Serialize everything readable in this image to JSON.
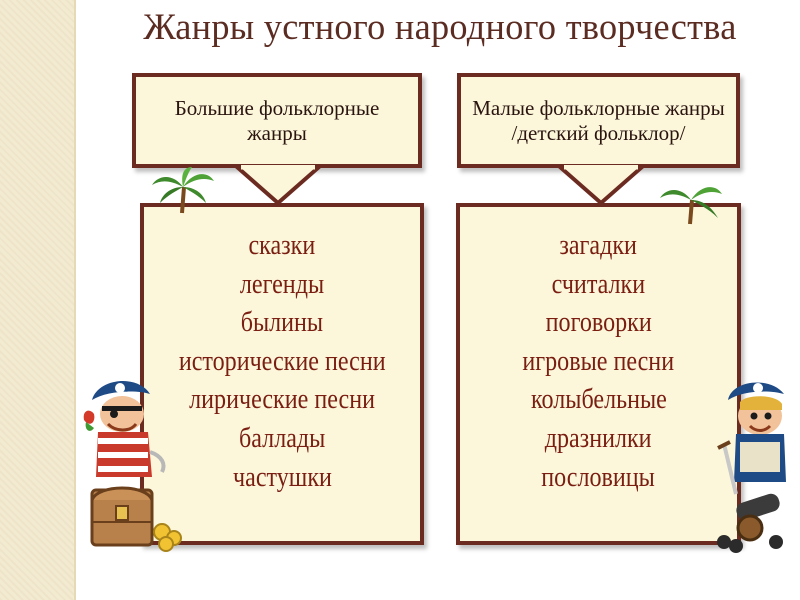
{
  "title": "Жанры устного народного творчества",
  "left": {
    "header_line1": "Большие фольклорные",
    "header_line2": "жанры",
    "items": [
      "сказки",
      "легенды",
      "былины",
      "исторические песни",
      "лирические песни",
      "баллады",
      "частушки"
    ]
  },
  "right": {
    "header_line1": "Малые фольклорные жанры",
    "header_line2": "/детский фольклор/",
    "items": [
      "загадки",
      "считалки",
      "поговорки",
      "игровые песни",
      "колыбельные",
      "дразнилки",
      "пословицы"
    ]
  },
  "colors": {
    "border": "#6b2b20",
    "box_fill": "#fcf7da",
    "item_text": "#7a1e12",
    "title_text": "#5b2c22"
  },
  "icons": [
    "palm-tree-icon",
    "pirate-with-chest-icon",
    "pirate-with-cannon-icon"
  ]
}
